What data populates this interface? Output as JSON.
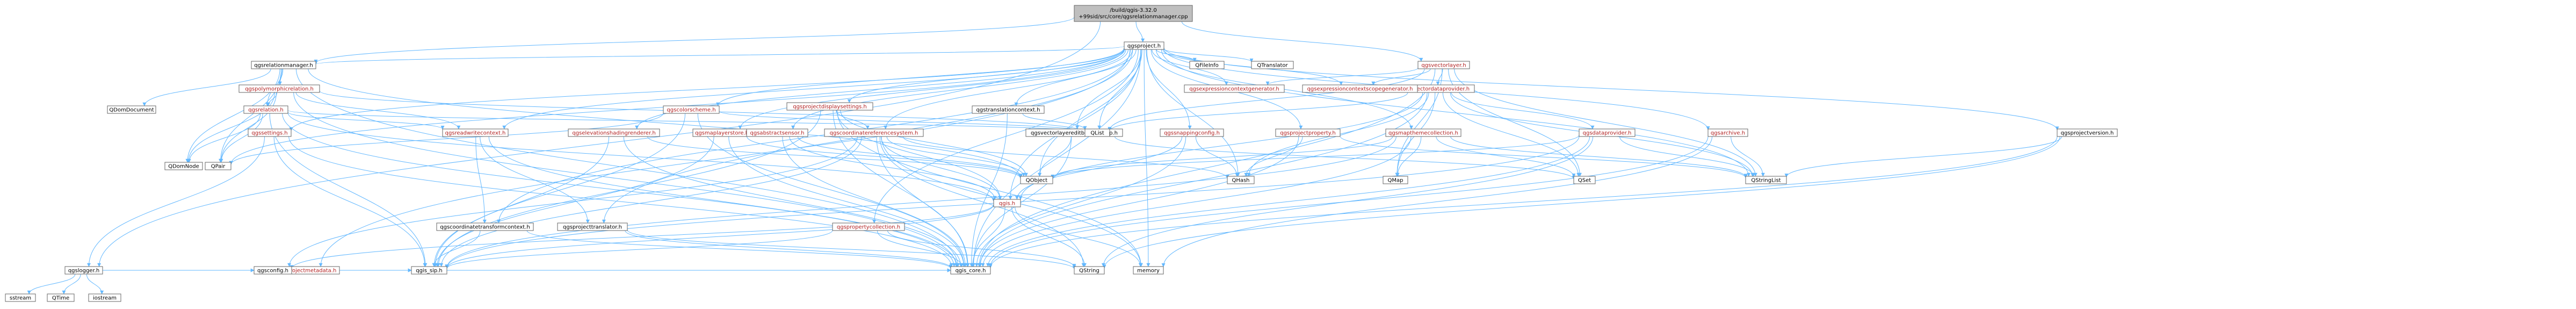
{
  "graph": {
    "colors": {
      "root_fill": "#bfbfbf",
      "node_fill": "#ffffff",
      "border": "#666666",
      "text_plain": "#000000",
      "text_link": "#b22222",
      "edge": "#63b8ff"
    },
    "nodes": [
      {
        "id": "root",
        "label": "/build/qgis-3.32.0+99sid/src/core/qgsrelationmanager.cpp",
        "kind": "root"
      },
      {
        "id": "qgsproject_h",
        "label": "qgsproject.h",
        "kind": "plain"
      },
      {
        "id": "qgsrelationmanager_h",
        "label": "qgsrelationmanager.h",
        "kind": "plain"
      },
      {
        "id": "qgslogger_h",
        "label": "qgslogger.h",
        "kind": "plain"
      },
      {
        "id": "qgsvectorlayer_h",
        "label": "qgsvectorlayer.h",
        "kind": "link"
      },
      {
        "id": "qgspolymorphicrelation_h",
        "label": "qgspolymorphicrelation.h",
        "kind": "link"
      },
      {
        "id": "qgsrelation_h",
        "label": "qgsrelation.h",
        "kind": "link"
      },
      {
        "id": "qgsreadwritecontext_h",
        "label": "qgsreadwritecontext.h",
        "kind": "link"
      },
      {
        "id": "qgsprojectmetadata_h",
        "label": "qgsprojectmetadata.h",
        "kind": "link"
      },
      {
        "id": "qgssettings_h",
        "label": "qgssettings.h",
        "kind": "link"
      },
      {
        "id": "qgscolorscheme_h",
        "label": "qgscolorscheme.h",
        "kind": "link"
      },
      {
        "id": "qgsprojectdisplaysettings_h",
        "label": "qgsprojectdisplaysettings.h",
        "kind": "link"
      },
      {
        "id": "qgselevationshadingrenderer_h",
        "label": "qgselevationshadingrenderer.h",
        "kind": "link"
      },
      {
        "id": "qgsmaplayerstore_h",
        "label": "qgsmaplayerstore.h",
        "kind": "link"
      },
      {
        "id": "qgsabstractsensor_h",
        "label": "qgsabstractsensor.h",
        "kind": "link"
      },
      {
        "id": "qgstranslationcontext_h",
        "label": "qgstranslationcontext.h",
        "kind": "plain"
      },
      {
        "id": "qgscoordinatereferencesystem_h",
        "label": "qgscoordinatereferencesystem.h",
        "kind": "link"
      },
      {
        "id": "qgsvectorlayereditbuffergroup_h",
        "label": "qgsvectorlayereditbuffergroup.h",
        "kind": "plain"
      },
      {
        "id": "qgssnappingconfig_h",
        "label": "qgssnappingconfig.h",
        "kind": "link"
      },
      {
        "id": "qgsprojectproperty_h",
        "label": "qgsprojectproperty.h",
        "kind": "link"
      },
      {
        "id": "qgsmapthemecollection_h",
        "label": "qgsmapthemecollection.h",
        "kind": "link"
      },
      {
        "id": "qgsvectordataprovider_h",
        "label": "qgsvectordataprovider.h",
        "kind": "link"
      },
      {
        "id": "qgsexpressioncontextgenerator_h",
        "label": "qgsexpressioncontextgenerator.h",
        "kind": "link"
      },
      {
        "id": "qgsexpressioncontextscopegenerator_h",
        "label": "qgsexpressioncontextscopegenerator.h",
        "kind": "link"
      },
      {
        "id": "qgsdataprovider_h",
        "label": "qgsdataprovider.h",
        "kind": "link"
      },
      {
        "id": "qgsarchive_h",
        "label": "qgsarchive.h",
        "kind": "link"
      },
      {
        "id": "qgsprojectversion_h",
        "label": "qgsprojectversion.h",
        "kind": "plain"
      },
      {
        "id": "qgspropertycollection_h",
        "label": "qgspropertycollection.h",
        "kind": "link"
      },
      {
        "id": "qgscoordinatetransformcontext_h",
        "label": "qgscoordinatetransformcontext.h",
        "kind": "plain"
      },
      {
        "id": "qgsprojecttranslator_h",
        "label": "qgsprojecttranslator.h",
        "kind": "plain"
      },
      {
        "id": "qgis_h",
        "label": "qgis.h",
        "kind": "link"
      },
      {
        "id": "qgis_sip_h",
        "label": "qgis_sip.h",
        "kind": "plain"
      },
      {
        "id": "qgis_core_h",
        "label": "qgis_core.h",
        "kind": "plain"
      },
      {
        "id": "qgsconfig_h",
        "label": "qgsconfig.h",
        "kind": "plain"
      },
      {
        "id": "QDomDocument",
        "label": "QDomDocument",
        "kind": "plain"
      },
      {
        "id": "QDomNode",
        "label": "QDomNode",
        "kind": "plain"
      },
      {
        "id": "QPair",
        "label": "QPair",
        "kind": "plain"
      },
      {
        "id": "QList",
        "label": "QList",
        "kind": "plain"
      },
      {
        "id": "QObject",
        "label": "QObject",
        "kind": "plain"
      },
      {
        "id": "QHash",
        "label": "QHash",
        "kind": "plain"
      },
      {
        "id": "QMap",
        "label": "QMap",
        "kind": "plain"
      },
      {
        "id": "QSet",
        "label": "QSet",
        "kind": "plain"
      },
      {
        "id": "QStringList",
        "label": "QStringList",
        "kind": "plain"
      },
      {
        "id": "QString",
        "label": "QString",
        "kind": "plain"
      },
      {
        "id": "QFileInfo",
        "label": "QFileInfo",
        "kind": "plain"
      },
      {
        "id": "QTranslator",
        "label": "QTranslator",
        "kind": "plain"
      },
      {
        "id": "memory",
        "label": "memory",
        "kind": "plain"
      },
      {
        "id": "sstream",
        "label": "sstream",
        "kind": "plain"
      },
      {
        "id": "QTime",
        "label": "QTime",
        "kind": "plain"
      },
      {
        "id": "iostream",
        "label": "iostream",
        "kind": "plain"
      }
    ],
    "edges": [
      [
        "root",
        "qgsproject_h"
      ],
      [
        "root",
        "qgsrelationmanager_h"
      ],
      [
        "root",
        "qgslogger_h"
      ],
      [
        "root",
        "qgsvectorlayer_h"
      ],
      [
        "qgsproject_h",
        "qgsrelationmanager_h"
      ],
      [
        "qgsproject_h",
        "qgsprojectmetadata_h"
      ],
      [
        "qgsproject_h",
        "qgssettings_h"
      ],
      [
        "qgsproject_h",
        "qgscolorscheme_h"
      ],
      [
        "qgsproject_h",
        "qgsprojectdisplaysettings_h"
      ],
      [
        "qgsproject_h",
        "qgselevationshadingrenderer_h"
      ],
      [
        "qgsproject_h",
        "qgsmaplayerstore_h"
      ],
      [
        "qgsproject_h",
        "qgsabstractsensor_h"
      ],
      [
        "qgsproject_h",
        "qgstranslationcontext_h"
      ],
      [
        "qgsproject_h",
        "qgscoordinatereferencesystem_h"
      ],
      [
        "qgsproject_h",
        "qgsvectorlayereditbuffergroup_h"
      ],
      [
        "qgsproject_h",
        "qgssnappingconfig_h"
      ],
      [
        "qgsproject_h",
        "qgsprojectproperty_h"
      ],
      [
        "qgsproject_h",
        "qgsmapthemecollection_h"
      ],
      [
        "qgsproject_h",
        "qgsexpressioncontextgenerator_h"
      ],
      [
        "qgsproject_h",
        "qgsexpressioncontextscopegenerator_h"
      ],
      [
        "qgsproject_h",
        "qgsarchive_h"
      ],
      [
        "qgsproject_h",
        "qgsprojectversion_h"
      ],
      [
        "qgsproject_h",
        "qgspropertycollection_h"
      ],
      [
        "qgsproject_h",
        "qgscoordinatetransformcontext_h"
      ],
      [
        "qgsproject_h",
        "qgsprojecttranslator_h"
      ],
      [
        "qgsproject_h",
        "qgsreadwritecontext_h"
      ],
      [
        "qgsproject_h",
        "qgis_h"
      ],
      [
        "qgsproject_h",
        "qgis_core_h"
      ],
      [
        "qgsproject_h",
        "QFileInfo"
      ],
      [
        "qgsproject_h",
        "QTranslator"
      ],
      [
        "qgsproject_h",
        "QList"
      ],
      [
        "qgsproject_h",
        "QObject"
      ],
      [
        "qgsproject_h",
        "QPair"
      ],
      [
        "qgsproject_h",
        "QHash"
      ],
      [
        "qgsproject_h",
        "QStringList"
      ],
      [
        "qgsproject_h",
        "memory"
      ],
      [
        "qgsrelationmanager_h",
        "qgspolymorphicrelation_h"
      ],
      [
        "qgsrelationmanager_h",
        "qgsrelation_h"
      ],
      [
        "qgsrelationmanager_h",
        "QDomDocument"
      ],
      [
        "qgsrelationmanager_h",
        "QDomNode"
      ],
      [
        "qgsrelationmanager_h",
        "QPair"
      ],
      [
        "qgsrelationmanager_h",
        "QObject"
      ],
      [
        "qgsrelationmanager_h",
        "qgis_core_h"
      ],
      [
        "qgspolymorphicrelation_h",
        "qgsrelation_h"
      ],
      [
        "qgspolymorphicrelation_h",
        "qgsreadwritecontext_h"
      ],
      [
        "qgspolymorphicrelation_h",
        "QDomNode"
      ],
      [
        "qgspolymorphicrelation_h",
        "QPair"
      ],
      [
        "qgspolymorphicrelation_h",
        "QList"
      ],
      [
        "qgspolymorphicrelation_h",
        "qgis_core_h"
      ],
      [
        "qgsrelation_h",
        "qgsreadwritecontext_h"
      ],
      [
        "qgsrelation_h",
        "QDomNode"
      ],
      [
        "qgsrelation_h",
        "QPair"
      ],
      [
        "qgsrelation_h",
        "QList"
      ],
      [
        "qgsrelation_h",
        "qgis_h"
      ],
      [
        "qgsrelation_h",
        "qgis_sip_h"
      ],
      [
        "qgsrelation_h",
        "qgis_core_h"
      ],
      [
        "qgsreadwritecontext_h",
        "qgscoordinatetransformcontext_h"
      ],
      [
        "qgsreadwritecontext_h",
        "qgsprojecttranslator_h"
      ],
      [
        "qgsreadwritecontext_h",
        "qgis_core_h"
      ],
      [
        "qgslogger_h",
        "sstream"
      ],
      [
        "qgslogger_h",
        "QTime"
      ],
      [
        "qgslogger_h",
        "iostream"
      ],
      [
        "qgslogger_h",
        "qgis_core_h"
      ],
      [
        "qgslogger_h",
        "qgsconfig_h"
      ],
      [
        "qgslogger_h",
        "qgis_sip_h"
      ],
      [
        "qgsprojectmetadata_h",
        "qgis_sip_h"
      ],
      [
        "qgsprojectmetadata_h",
        "qgis_core_h"
      ],
      [
        "qgssettings_h",
        "qgis_core_h"
      ],
      [
        "qgssettings_h",
        "qgis_sip_h"
      ],
      [
        "qgssettings_h",
        "qgslogger_h"
      ],
      [
        "qgscolorscheme_h",
        "QList"
      ],
      [
        "qgscolorscheme_h",
        "QPair"
      ],
      [
        "qgscolorscheme_h",
        "qgis_sip_h"
      ],
      [
        "qgscolorscheme_h",
        "qgis_core_h"
      ],
      [
        "qgsprojectdisplaysettings_h",
        "qgscoordinatereferencesystem_h"
      ],
      [
        "qgsprojectdisplaysettings_h",
        "qgis_h"
      ],
      [
        "qgsprojectdisplaysettings_h",
        "QObject"
      ],
      [
        "qgsprojectdisplaysettings_h",
        "memory"
      ],
      [
        "qgsprojectdisplaysettings_h",
        "qgis_core_h"
      ],
      [
        "qgsprojectdisplaysettings_h",
        "qgis_sip_h"
      ],
      [
        "qgselevationshadingrenderer_h",
        "QObject"
      ],
      [
        "qgselevationshadingrenderer_h",
        "qgis_core_h"
      ],
      [
        "qgselevationshadingrenderer_h",
        "qgis_sip_h"
      ],
      [
        "qgsmaplayerstore_h",
        "QObject"
      ],
      [
        "qgsmaplayerstore_h",
        "qgis_core_h"
      ],
      [
        "qgsmaplayerstore_h",
        "qgis_sip_h"
      ],
      [
        "qgsabstractsensor_h",
        "qgis_h"
      ],
      [
        "qgsabstractsensor_h",
        "qgis_core_h"
      ],
      [
        "qgsabstractsensor_h",
        "QObject"
      ],
      [
        "qgstranslationcontext_h",
        "QList"
      ],
      [
        "qgstranslationcontext_h",
        "qgis_core_h"
      ],
      [
        "qgscoordinatereferencesystem_h",
        "qgis_h"
      ],
      [
        "qgscoordinatereferencesystem_h",
        "QObject"
      ],
      [
        "qgscoordinatereferencesystem_h",
        "QHash"
      ],
      [
        "qgscoordinatereferencesystem_h",
        "QString"
      ],
      [
        "qgscoordinatereferencesystem_h",
        "qgis_core_h"
      ],
      [
        "qgscoordinatereferencesystem_h",
        "qgis_sip_h"
      ],
      [
        "qgscoordinatereferencesystem_h",
        "memory"
      ],
      [
        "qgscoordinatereferencesystem_h",
        "qgsconfig_h"
      ],
      [
        "qgsvectorlayereditbuffergroup_h",
        "QObject"
      ],
      [
        "qgsvectorlayereditbuffergroup_h",
        "QSet"
      ],
      [
        "qgsvectorlayereditbuffergroup_h",
        "qgis_core_h"
      ],
      [
        "qgssnappingconfig_h",
        "qgis_h"
      ],
      [
        "qgssnappingconfig_h",
        "QHash"
      ],
      [
        "qgssnappingconfig_h",
        "qgis_core_h"
      ],
      [
        "qgsprojectproperty_h",
        "QHash"
      ],
      [
        "qgsprojectproperty_h",
        "QStringList"
      ],
      [
        "qgsprojectproperty_h",
        "qgis_core_h"
      ],
      [
        "qgsmapthemecollection_h",
        "QObject"
      ],
      [
        "qgsmapthemecollection_h",
        "QMap"
      ],
      [
        "qgsmapthemecollection_h",
        "QSet"
      ],
      [
        "qgsmapthemecollection_h",
        "QStringList"
      ],
      [
        "qgsmapthemecollection_h",
        "qgis_core_h"
      ],
      [
        "qgsmapthemecollection_h",
        "qgis_sip_h"
      ],
      [
        "qgsvectorlayer_h",
        "qgsvectordataprovider_h"
      ],
      [
        "qgsvectorlayer_h",
        "qgsexpressioncontextgenerator_h"
      ],
      [
        "qgsvectorlayer_h",
        "qgsexpressioncontextscopegenerator_h"
      ],
      [
        "qgsvectorlayer_h",
        "qgis_core_h"
      ],
      [
        "qgsvectorlayer_h",
        "QMap"
      ],
      [
        "qgsvectorlayer_h",
        "QSet"
      ],
      [
        "qgsvectorlayer_h",
        "QList"
      ],
      [
        "qgsvectorlayer_h",
        "QStringList"
      ],
      [
        "qgsvectordataprovider_h",
        "qgsdataprovider_h"
      ],
      [
        "qgsvectordataprovider_h",
        "QList"
      ],
      [
        "qgsvectordataprovider_h",
        "QSet"
      ],
      [
        "qgsvectordataprovider_h",
        "QMap"
      ],
      [
        "qgsvectordataprovider_h",
        "QHash"
      ],
      [
        "qgsvectordataprovider_h",
        "QStringList"
      ],
      [
        "qgsvectordataprovider_h",
        "qgis_core_h"
      ],
      [
        "qgsvectordataprovider_h",
        "qgis_h"
      ],
      [
        "qgsdataprovider_h",
        "QObject"
      ],
      [
        "qgsdataprovider_h",
        "QStringList"
      ],
      [
        "qgsdataprovider_h",
        "qgis_core_h"
      ],
      [
        "qgsdataprovider_h",
        "qgis_sip_h"
      ],
      [
        "qgsdataprovider_h",
        "QString"
      ],
      [
        "qgsarchive_h",
        "QStringList"
      ],
      [
        "qgsarchive_h",
        "qgis_core_h"
      ],
      [
        "qgsarchive_h",
        "memory"
      ],
      [
        "qgsprojectversion_h",
        "QString"
      ],
      [
        "qgsprojectversion_h",
        "QStringList"
      ],
      [
        "qgsprojectversion_h",
        "qgis_core_h"
      ],
      [
        "qgspropertycollection_h",
        "qgis_core_h"
      ],
      [
        "qgspropertycollection_h",
        "qgis_sip_h"
      ],
      [
        "qgspropertycollection_h",
        "QString"
      ],
      [
        "qgscoordinatetransformcontext_h",
        "qgis_core_h"
      ],
      [
        "qgscoordinatetransformcontext_h",
        "qgis_sip_h"
      ],
      [
        "qgsprojecttranslator_h",
        "qgis_core_h"
      ],
      [
        "qgsprojecttranslator_h",
        "QString"
      ],
      [
        "qgis_h",
        "qgis_sip_h"
      ],
      [
        "qgis_h",
        "qgis_core_h"
      ],
      [
        "qgis_h",
        "memory"
      ],
      [
        "qgis_h",
        "QString"
      ],
      [
        "qgis_h",
        "qgsconfig_h"
      ]
    ]
  }
}
